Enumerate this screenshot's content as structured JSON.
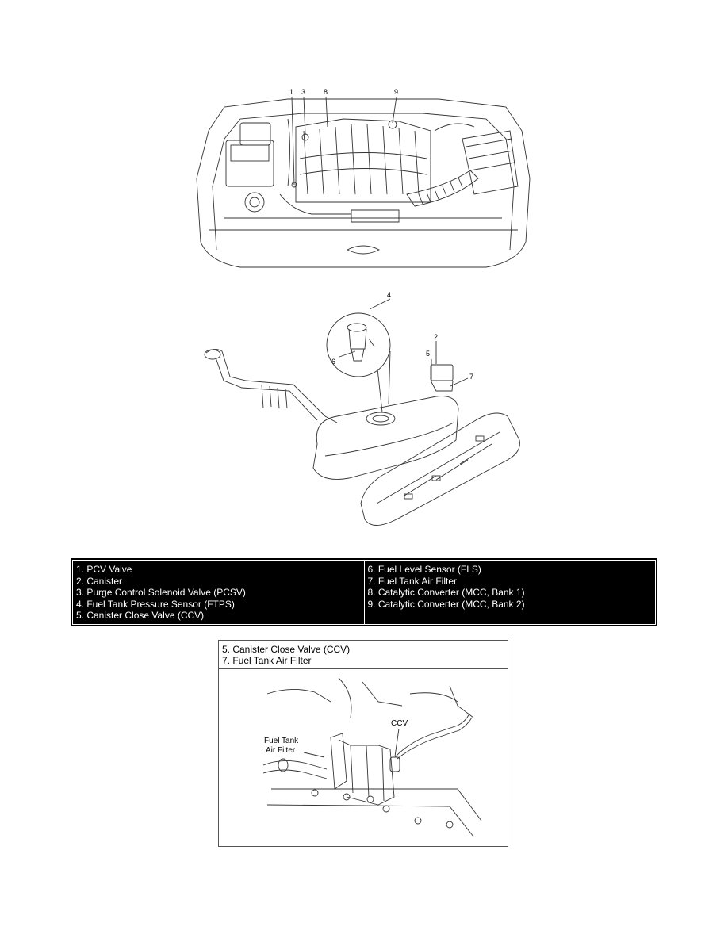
{
  "engine_figure": {
    "callouts": [
      "1",
      "3",
      "8",
      "9"
    ]
  },
  "tank_figure": {
    "callouts": [
      "4",
      "6",
      "2",
      "5",
      "7"
    ]
  },
  "legend": {
    "left": [
      "1. PCV Valve",
      "2. Canister",
      "3. Purge Control Solenoid Valve (PCSV)",
      "4. Fuel Tank Pressure Sensor (FTPS)",
      "5. Canister Close Valve (CCV)"
    ],
    "right": [
      "6. Fuel Level Sensor (FLS)",
      "7. Fuel Tank Air Filter",
      "8. Catalytic Converter (MCC, Bank 1)",
      "9. Catalytic Converter (MCC, Bank 2)"
    ]
  },
  "detail": {
    "header": [
      "5. Canister Close Valve (CCV)",
      "7. Fuel Tank Air Filter"
    ],
    "label_air_filter_1": "Fuel Tank",
    "label_air_filter_2": "Air Filter",
    "label_ccv": "CCV"
  }
}
